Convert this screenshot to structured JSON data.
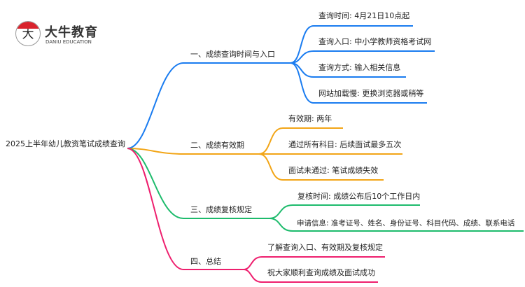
{
  "logo": {
    "mark": "大牛",
    "name_cn": "大牛教育",
    "name_en": "DANIU EDUCATION"
  },
  "root": "2025上半年幼儿教资笔试成绩查询",
  "colors": {
    "b1": "#1a7cf0",
    "b2": "#f2a516",
    "b3": "#1dbb6c",
    "b4": "#ee1f6e"
  },
  "branches": [
    {
      "label": "一、成绩查询时间与入口",
      "items": [
        "查询时间: 4月21日10点起",
        "查询入口: 中小学教师资格考试网",
        "查询方式: 输入相关信息",
        "网站加载慢: 更换浏览器或稍等"
      ]
    },
    {
      "label": "二、成绩有效期",
      "items": [
        "有效期: 两年",
        "通过所有科目: 后续面试最多五次",
        "面试未通过: 笔试成绩失效"
      ]
    },
    {
      "label": "三、成绩复核规定",
      "items": [
        "复核时间: 成绩公布后10个工作日内",
        "申请信息: 准考证号、姓名、身份证号、科目代码、成绩、联系电话"
      ]
    },
    {
      "label": "四、总结",
      "items": [
        "了解查询入口、有效期及复核规定",
        "祝大家顺利查询成绩及面试成功"
      ]
    }
  ]
}
